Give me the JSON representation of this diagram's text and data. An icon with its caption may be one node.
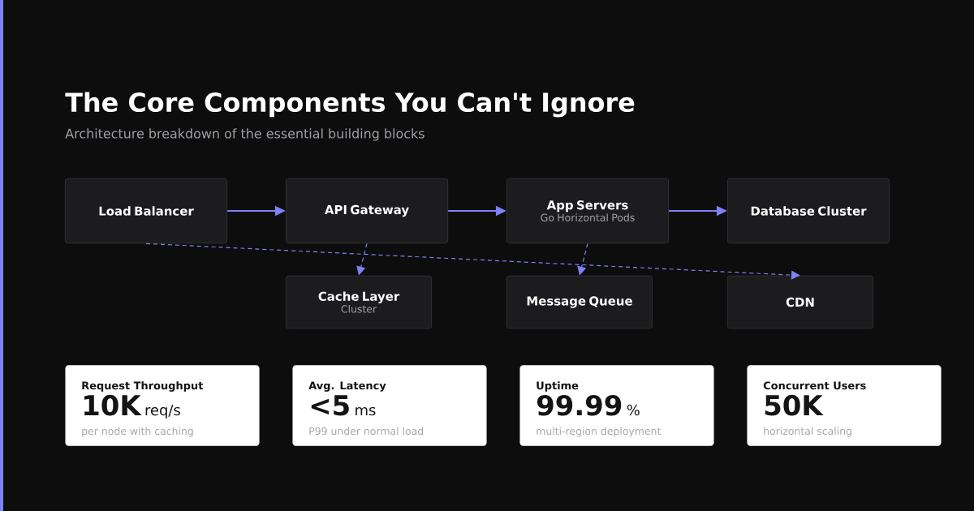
{
  "diagram": {
    "title": "The Core Components You Can't Ignore",
    "caption": "Architecture breakdown of the essential building blocks",
    "nodes": [
      {
        "text": [
          "Load Balancer"
        ]
      },
      {
        "text": [
          "API Gateway"
        ]
      },
      {
        "text": [
          "App Servers",
          "Go Horizontal Pods"
        ]
      },
      {
        "text": [
          "Database Cluster"
        ]
      },
      {
        "text": [
          "Cache Layer",
          "Cluster"
        ]
      },
      {
        "text": [
          "Message Queue"
        ]
      },
      {
        "text": [
          "CDN"
        ]
      },
      {
        "text": [
          "Request Throughput",
          "10K",
          "req/s",
          "per node with caching"
        ]
      },
      {
        "text": [
          "Avg. Latency",
          "<5",
          "ms",
          "P99 under normal load"
        ]
      },
      {
        "text": [
          "Uptime",
          "99.99",
          "%",
          "multi-region deployment"
        ]
      },
      {
        "text": [
          "Concurrent Users",
          "50K",
          "horizontal scaling"
        ]
      }
    ],
    "edges": [
      {
        "from": 0,
        "to": 1,
        "arrow": "to"
      },
      {
        "from": 1,
        "to": 2,
        "arrow": "to"
      },
      {
        "from": 2,
        "to": 3,
        "arrow": "to"
      },
      {
        "from": 0,
        "to": 6,
        "arrow": "to",
        "style": "dashed"
      },
      {
        "from": 1,
        "to": 4,
        "arrow": "to",
        "style": "dashed"
      },
      {
        "from": 2,
        "to": 5,
        "arrow": "to",
        "style": "dashed"
      }
    ]
  }
}
